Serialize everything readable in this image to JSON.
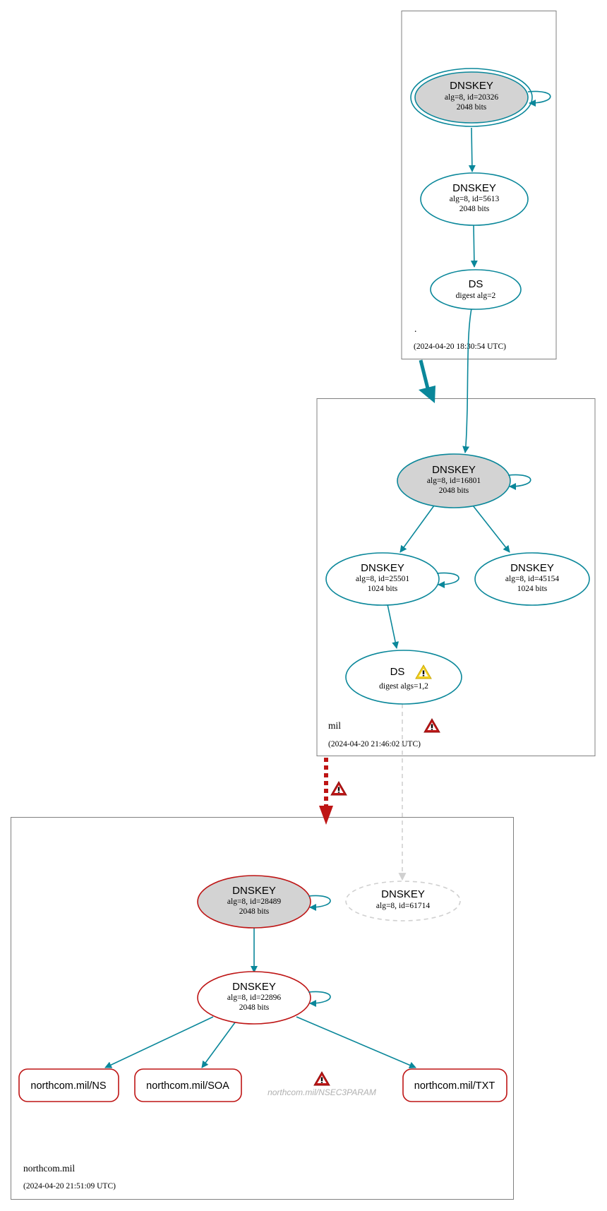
{
  "colors": {
    "teal": "#0a879a",
    "red": "#be1515",
    "grey_fill": "#d3d3d3",
    "inactive": "#d0d0d0",
    "zone_border": "#808080",
    "warning_yellow": "#f4d21f",
    "error_red": "#be1515"
  },
  "zones": {
    "root": {
      "name": ".",
      "timestamp": "(2024-04-20 18:30:54 UTC)",
      "ksk": {
        "title": "DNSKEY",
        "line1": "alg=8, id=20326",
        "line2": "2048 bits"
      },
      "zsk": {
        "title": "DNSKEY",
        "line1": "alg=8, id=5613",
        "line2": "2048 bits"
      },
      "ds": {
        "title": "DS",
        "line1": "digest alg=2"
      }
    },
    "mil": {
      "name": "mil",
      "timestamp": "(2024-04-20 21:46:02 UTC)",
      "ksk": {
        "title": "DNSKEY",
        "line1": "alg=8, id=16801",
        "line2": "2048 bits"
      },
      "zsk1": {
        "title": "DNSKEY",
        "line1": "alg=8, id=25501",
        "line2": "1024 bits"
      },
      "zsk2": {
        "title": "DNSKEY",
        "line1": "alg=8, id=45154",
        "line2": "1024 bits"
      },
      "ds": {
        "title": "DS",
        "line1": "digest algs=1,2"
      }
    },
    "northcom": {
      "name": "northcom.mil",
      "timestamp": "(2024-04-20 21:51:09 UTC)",
      "ksk": {
        "title": "DNSKEY",
        "line1": "alg=8, id=28489",
        "line2": "2048 bits"
      },
      "missing_key": {
        "title": "DNSKEY",
        "line1": "alg=8, id=61714"
      },
      "zsk": {
        "title": "DNSKEY",
        "line1": "alg=8, id=22896",
        "line2": "2048 bits"
      },
      "rrsets": {
        "ns": "northcom.mil/NS",
        "soa": "northcom.mil/SOA",
        "nsec3param": "northcom.mil/NSEC3PARAM",
        "txt": "northcom.mil/TXT"
      }
    }
  }
}
